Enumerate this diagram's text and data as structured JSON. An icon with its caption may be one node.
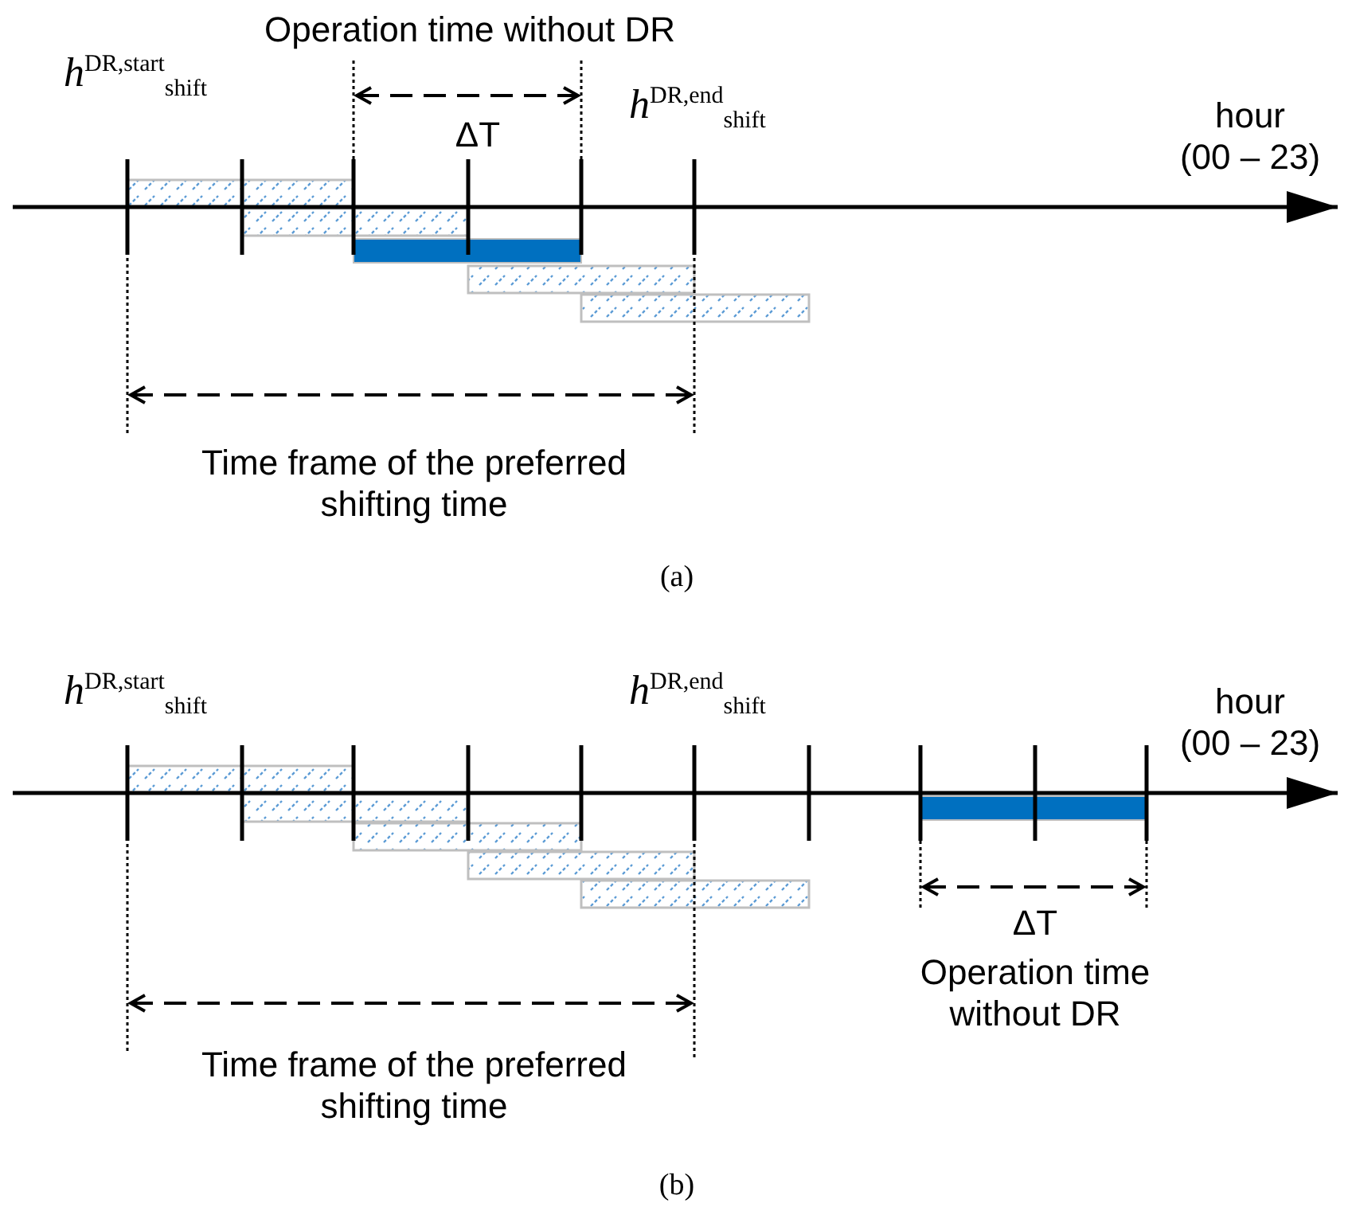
{
  "diagram": {
    "labels": [
      "Operation time without DR",
      "*h*$^{DR,start}$$_{shift}$",
      "ΔT",
      "*h*$^{DR,end}$$_{shift}$",
      "hour (00 – 23)",
      "Time frame of the preferred shifting time",
      "(a)",
      "*h*$^{DR,start}$$_{shift}$",
      "*h*$^{DR,end}$$_{shift}$",
      "hour (00 – 23)",
      "ΔT",
      "Operation time without DR",
      "Time frame of the preferred shifting time",
      "(b)"
    ]
  }
}
